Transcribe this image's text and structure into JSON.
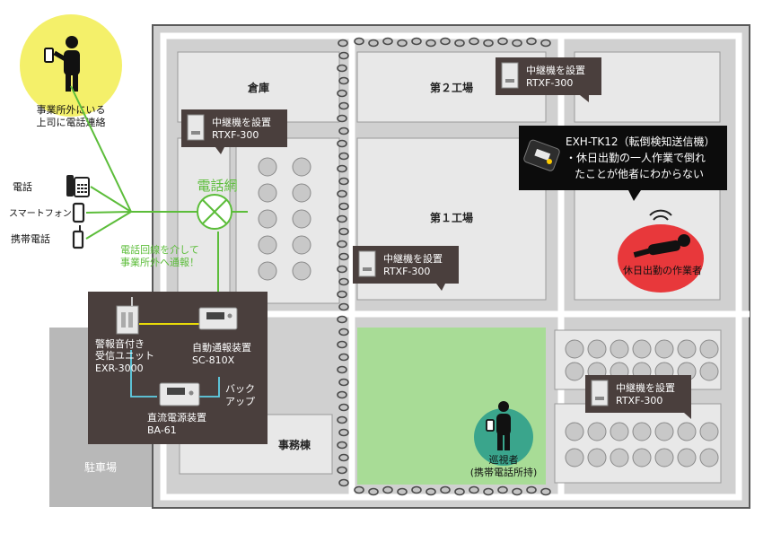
{
  "supervisor": {
    "line1": "事業所外にいる",
    "line2": "上司に電話連絡"
  },
  "phones": {
    "landline": "電話",
    "smartphone": "スマートフォン",
    "mobile": "携帯電話"
  },
  "network": {
    "label": "電話網"
  },
  "notice": {
    "line1": "電話回線を介して",
    "line2": "事業所外へ通報！"
  },
  "buildings": {
    "warehouse": "倉庫",
    "factory2": "第２工場",
    "factory1": "第１工場",
    "office": "事務棟",
    "parking": "駐車場"
  },
  "repeaters": [
    {
      "line1": "中継機を設置",
      "line2": "RTXF-300"
    },
    {
      "line1": "中継機を設置",
      "line2": "RTXF-300"
    },
    {
      "line1": "中継機を設置",
      "line2": "RTXF-300"
    },
    {
      "line1": "中継機を設置",
      "line2": "RTXF-300"
    }
  ],
  "devices": {
    "receiver": {
      "line1": "警報音付き",
      "line2": "受信ユニット",
      "line3": "EXR-3000"
    },
    "dialer": {
      "line1": "自動通報装置",
      "line2": "SC-810X"
    },
    "power": {
      "line1": "直流電源装置",
      "line2": "BA-61"
    },
    "backup": {
      "line1": "バック",
      "line2": "アップ"
    }
  },
  "transmitter": {
    "line1": "EXH-TK12（転倒検知送信機）",
    "line2": "・休日出勤の一人作業で倒れ",
    "line3": "たことが他者にわからない"
  },
  "worker": {
    "label": "休日出勤の作業者"
  },
  "patrol": {
    "line1": "巡視者",
    "line2": "(携帯電話所持)"
  },
  "colors": {
    "green_line": "#5cbd3a",
    "dark_box": "#4a3f3d",
    "yellow_circle": "#f4f06a",
    "red_circle": "#e8383b",
    "teal_circle": "#3aa58c",
    "lawn": "#a8dc96",
    "building_bg": "#e8e8e8"
  }
}
